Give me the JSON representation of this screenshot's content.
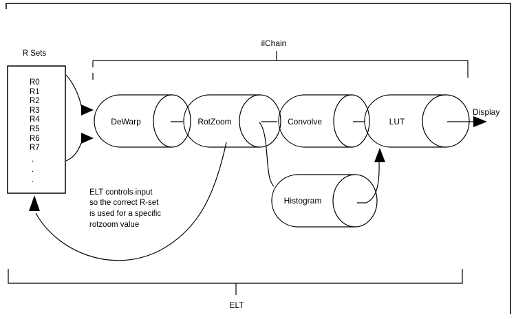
{
  "diagram": {
    "r_sets": {
      "title": "R Sets",
      "registers": [
        "R0",
        "R1",
        "R2",
        "R3",
        "R4",
        "R5",
        "R6",
        "R7"
      ],
      "dot": "."
    },
    "ilchain": {
      "label": "ilChain",
      "stages": [
        {
          "label": "DeWarp"
        },
        {
          "label": "RotZoom"
        },
        {
          "label": "Convolve"
        },
        {
          "label": "LUT"
        }
      ]
    },
    "histogram": {
      "label": "Histogram"
    },
    "output": {
      "label": "Display"
    },
    "elt": {
      "label": "ELT",
      "note_lines": [
        "ELT controls input",
        "so the correct R-set",
        "is used for a specific",
        "rotzoom value"
      ]
    },
    "colors": {
      "stroke": "#000000",
      "background": "#ffffff"
    }
  }
}
